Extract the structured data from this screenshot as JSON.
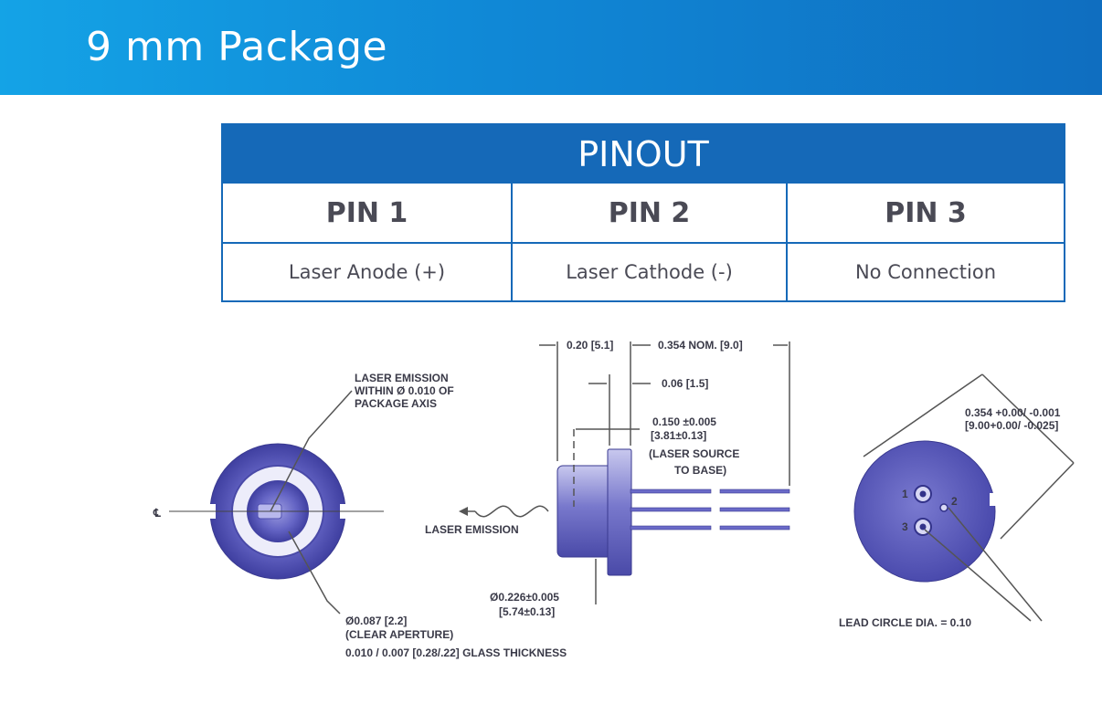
{
  "header": {
    "title": "9 mm Package"
  },
  "pinout": {
    "title": "PINOUT",
    "columns": [
      {
        "pin": "PIN 1",
        "function": "Laser Anode (+)"
      },
      {
        "pin": "PIN 2",
        "function": "Laser Cathode (-)"
      },
      {
        "pin": "PIN 3",
        "function": "No Connection"
      }
    ]
  },
  "drawing": {
    "front_view": {
      "centerline_symbol": "℄",
      "emission_note": [
        "LASER EMISSION",
        "WITHIN   Ø 0.010 OF",
        "PACKAGE AXIS"
      ],
      "aperture_note": [
        "Ø0.087 [2.2]",
        "(CLEAR APERTURE)",
        "0.010 / 0.007 [0.28/.22] GLASS THICKNESS"
      ]
    },
    "side_view": {
      "dim_cap": "0.20 [5.1]",
      "dim_nominal": "0.354 NOM. [9.0]",
      "dim_flange": "0.06 [1.5]",
      "source_note": [
        "0.150 ±0.005",
        "[3.81±0.13]",
        "(LASER SOURCE",
        "TO BASE)"
      ],
      "emission_label": "LASER EMISSION",
      "diameter_note": [
        "Ø0.226±0.005",
        "[5.74±0.13]"
      ]
    },
    "base_view": {
      "diameter_note": [
        "0.354 +0.00/ -0.001",
        "[9.00+0.00/ -0.025]"
      ],
      "pin_labels": [
        "1",
        "2",
        "3"
      ],
      "lead_circle": "LEAD CIRCLE DIA.   =   0.10"
    }
  },
  "colors": {
    "header": "#1088d6",
    "table": "#1569b8",
    "metal": "#5a5ab8"
  }
}
